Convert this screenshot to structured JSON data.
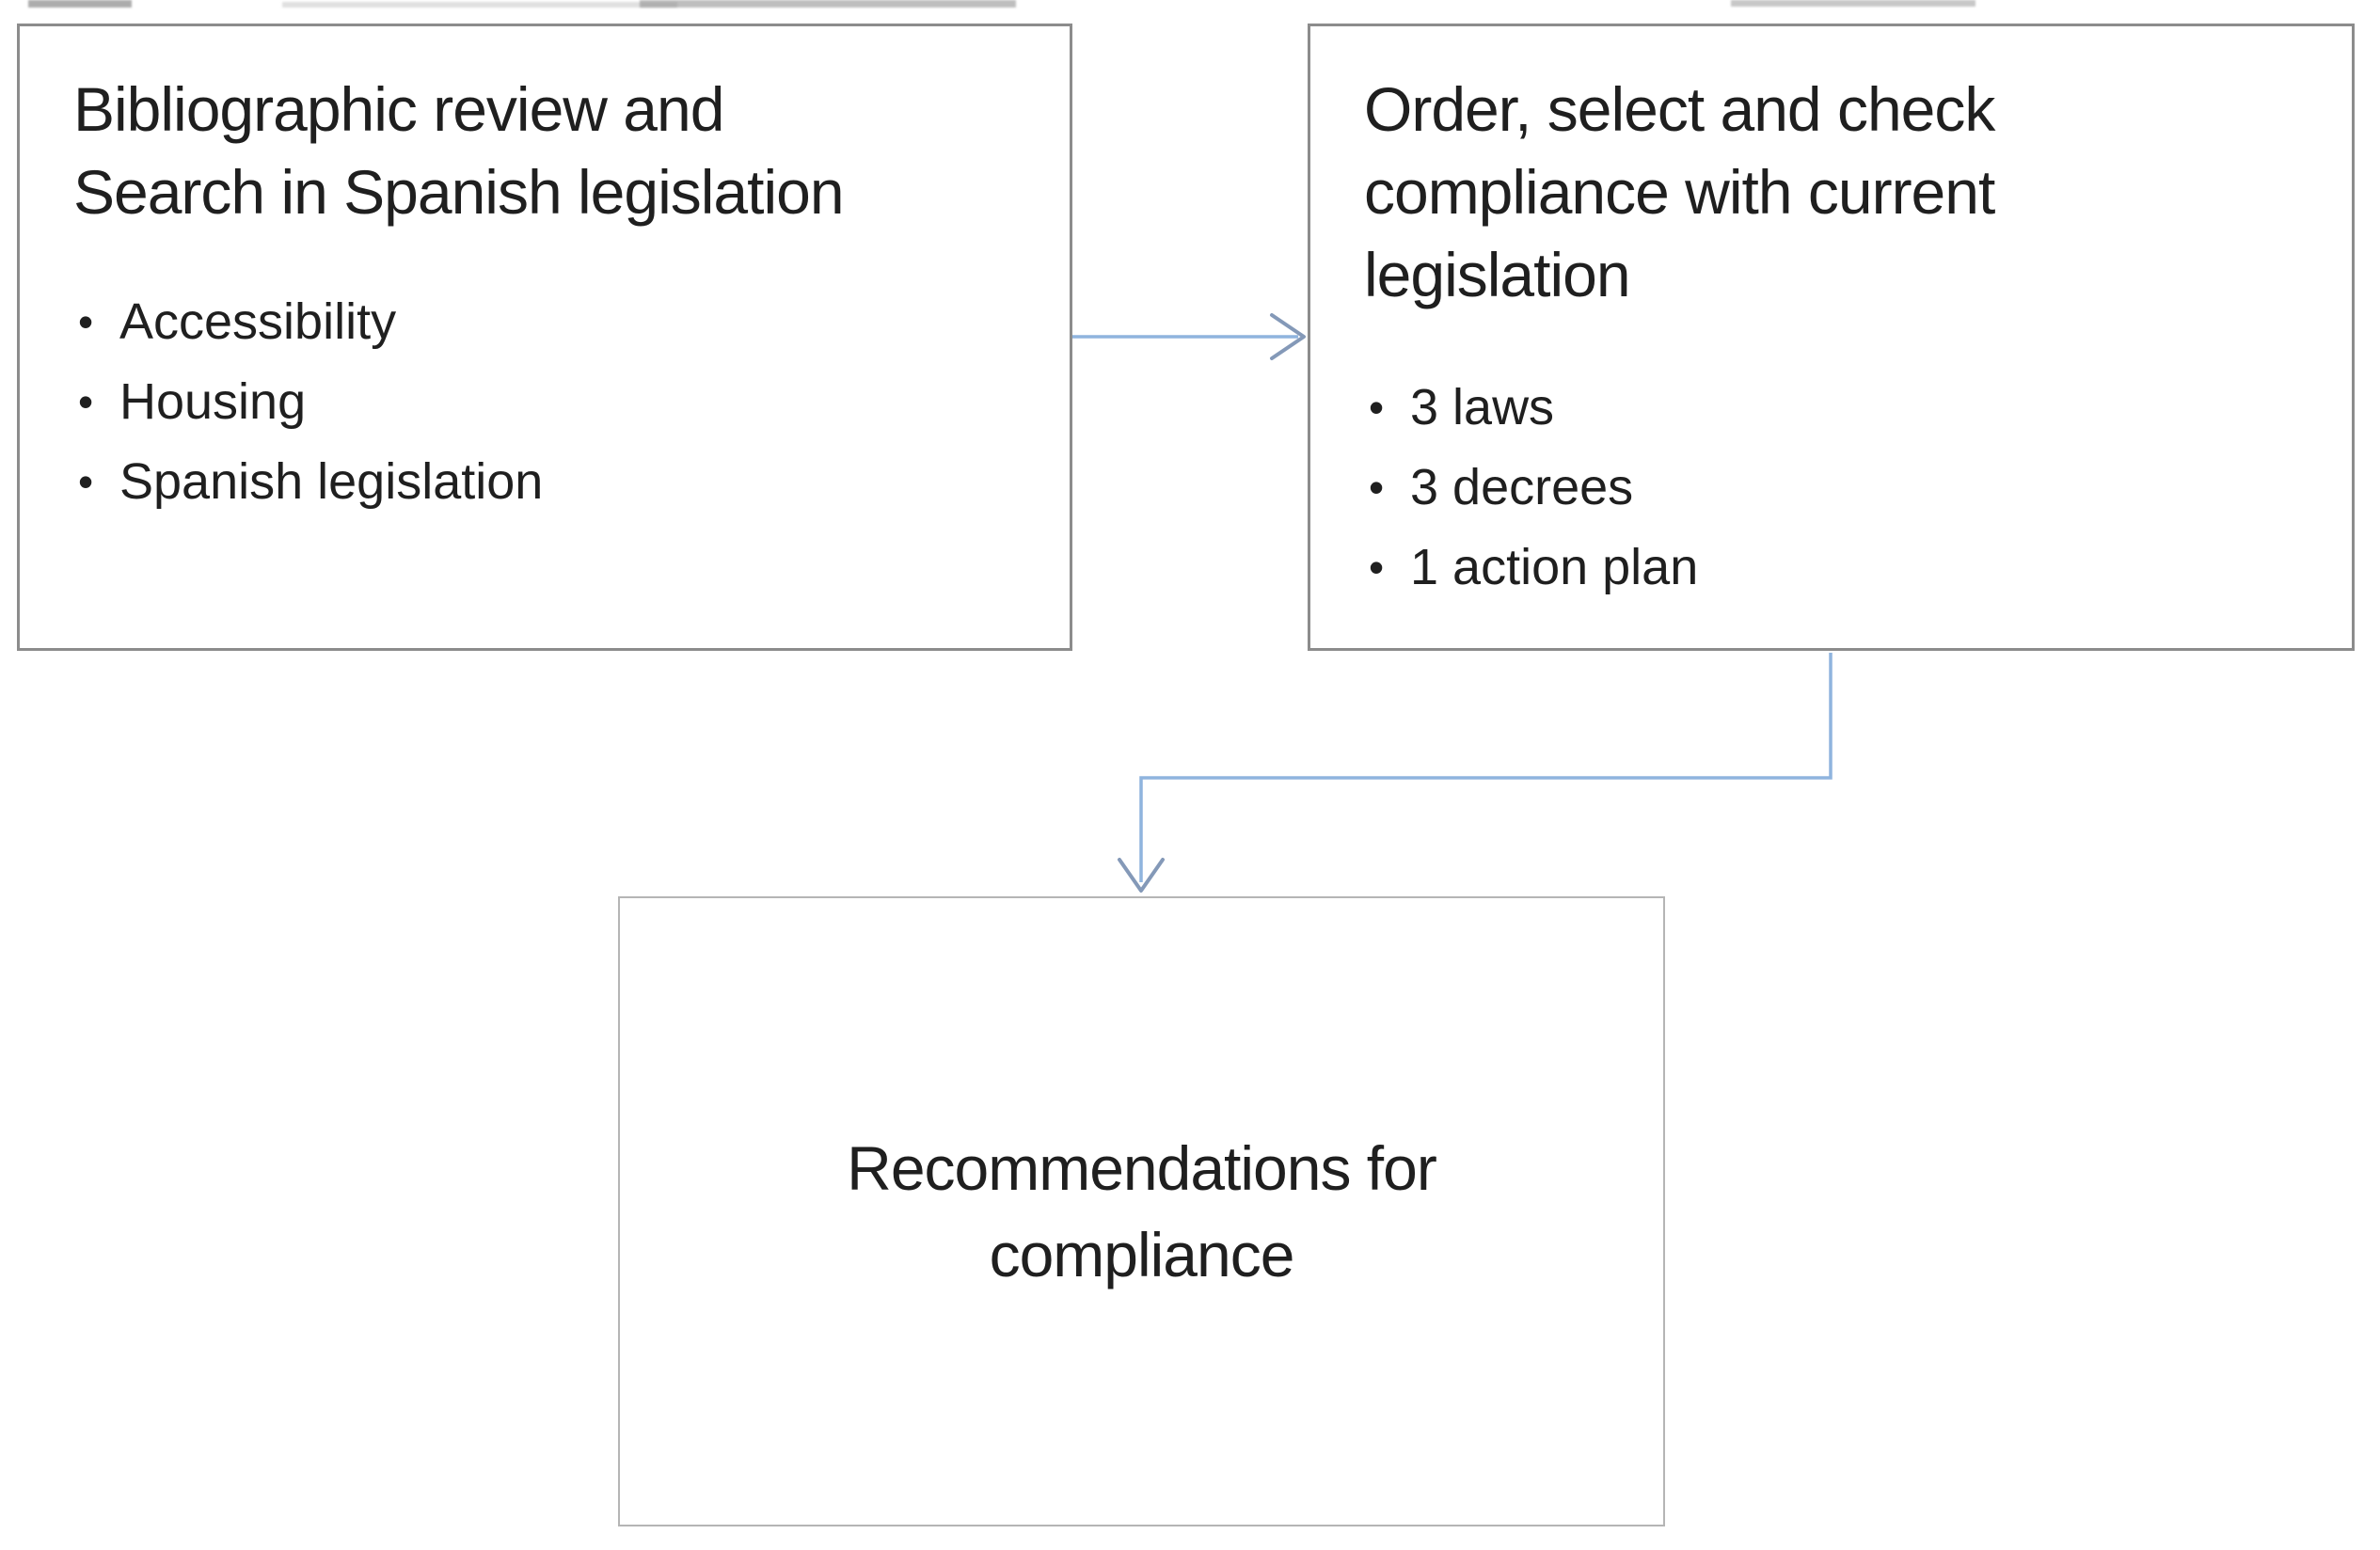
{
  "colors": {
    "background": "#ffffff",
    "box_border": "#8c8c8c",
    "box3_border": "#b5b5b5",
    "text": "#1f1f1f",
    "connector_line": "#8fb4de",
    "connector_head": "#8499b8"
  },
  "glyphs": {
    "bullet": "•"
  },
  "box1": {
    "title_lines": [
      "Bibliographic review and",
      "Search in Spanish legislation"
    ],
    "bullets": [
      "Accessibility",
      "Housing",
      "Spanish legislation"
    ]
  },
  "box2": {
    "title_lines": [
      "Order, select and check",
      "compliance with current",
      "legislation"
    ],
    "bullets": [
      "3 laws",
      "3 decrees",
      "1 action plan"
    ]
  },
  "box3": {
    "lines": [
      "Recommendations for",
      "compliance"
    ]
  }
}
